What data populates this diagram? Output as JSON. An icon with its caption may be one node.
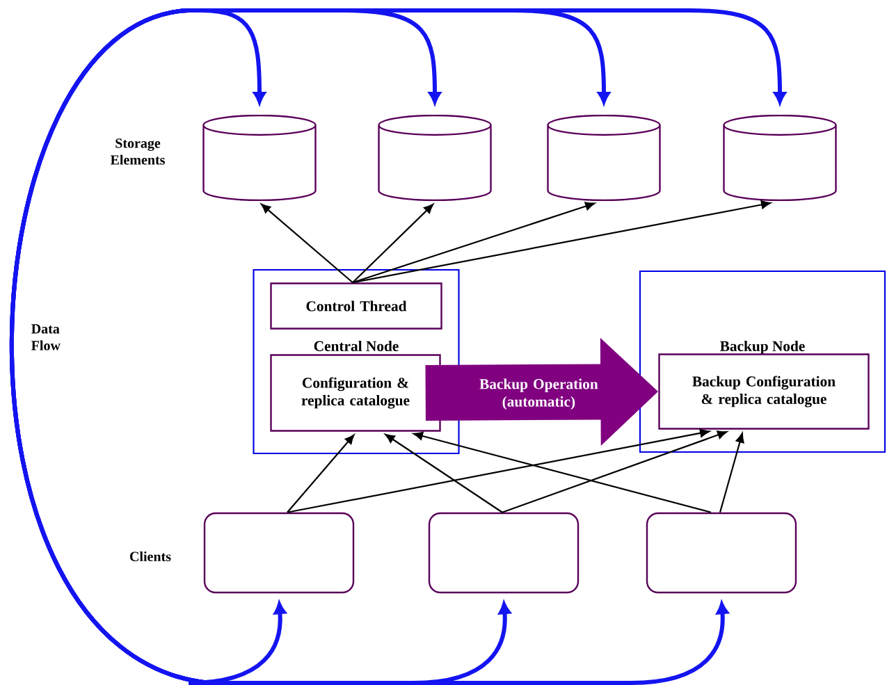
{
  "diagram": {
    "nodes": [
      {
        "text": [],
        "shape": "cylinder"
      },
      {
        "text": [],
        "shape": "cylinder"
      },
      {
        "text": [],
        "shape": "cylinder"
      },
      {
        "text": [],
        "shape": "cylinder"
      },
      {
        "text": [
          "Central Node"
        ]
      },
      {
        "text": [
          "Control Thread"
        ],
        "in": 4
      },
      {
        "text": [
          "Configuration & replica catalogue"
        ],
        "in": 4
      },
      {
        "text": [
          "Backup Node"
        ]
      },
      {
        "text": [
          "Backup Configuration & replica catalogue"
        ],
        "in": 7
      },
      {
        "text": [],
        "shape": "box"
      },
      {
        "text": [],
        "shape": "box"
      },
      {
        "text": [],
        "shape": "box"
      }
    ],
    "edges": [
      {
        "from": 5,
        "to": 0,
        "arrow": "to"
      },
      {
        "from": 5,
        "to": 1,
        "arrow": "to"
      },
      {
        "from": 5,
        "to": 2,
        "arrow": "to"
      },
      {
        "from": 5,
        "to": 3,
        "arrow": "to"
      },
      {
        "from": 9,
        "to": 6,
        "arrow": "to"
      },
      {
        "from": 9,
        "to": 8,
        "arrow": "to"
      },
      {
        "from": 10,
        "to": 6,
        "arrow": "to"
      },
      {
        "from": 10,
        "to": 8,
        "arrow": "to"
      },
      {
        "from": 11,
        "to": 6,
        "arrow": "to"
      },
      {
        "from": 11,
        "to": 8,
        "arrow": "to"
      },
      {
        "from": 6,
        "to": 8,
        "arrow": "to",
        "label": "Backup Operation (automatic)",
        "style": "thick",
        "color": "#800080"
      },
      {
        "from": null,
        "to": 0,
        "arrow": "to",
        "style": "thick",
        "color": "#1414f0"
      },
      {
        "from": null,
        "to": 1,
        "arrow": "to",
        "style": "thick",
        "color": "#1414f0"
      },
      {
        "from": null,
        "to": 2,
        "arrow": "to",
        "style": "thick",
        "color": "#1414f0"
      },
      {
        "from": null,
        "to": 3,
        "arrow": "to",
        "style": "thick",
        "color": "#1414f0"
      },
      {
        "from": null,
        "to": 9,
        "arrow": "to",
        "style": "thick",
        "color": "#1414f0"
      },
      {
        "from": null,
        "to": 10,
        "arrow": "to",
        "style": "thick",
        "color": "#1414f0"
      },
      {
        "from": null,
        "to": 11,
        "arrow": "to",
        "style": "thick",
        "color": "#1414f0"
      }
    ],
    "labels": [
      "Storage Elements",
      "Data Flow",
      "Clients"
    ]
  }
}
